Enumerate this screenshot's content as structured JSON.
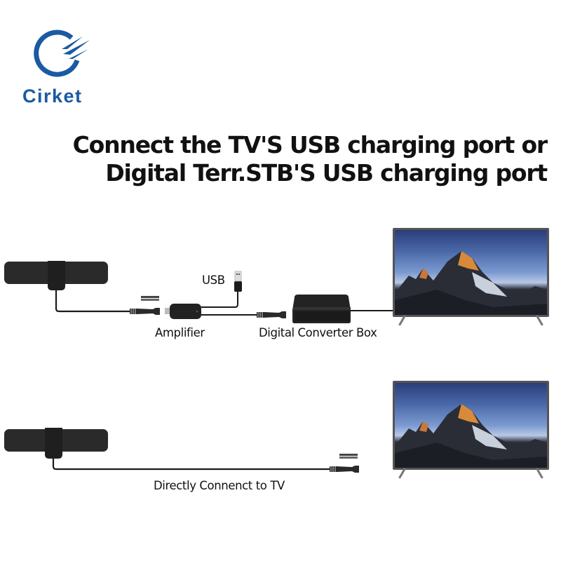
{
  "brand": {
    "name": "Cirket",
    "color": "#1b5aa3",
    "icon": "cirket-logo-icon"
  },
  "headline": {
    "line1": "Connect the TV'S USB charging port or",
    "line2": "Digital Terr.STB'S USB charging port"
  },
  "diagram_amplified": {
    "usb_label": "USB",
    "amplifier_label": "Amplifier",
    "converter_label": "Digital Converter Box",
    "components": [
      "antenna",
      "coax-connector",
      "amplifier",
      "usb-plug",
      "digital-converter-box",
      "tv"
    ]
  },
  "diagram_direct": {
    "label": "Directly Connenct to TV",
    "components": [
      "antenna",
      "coax-connector",
      "tv"
    ]
  },
  "colors": {
    "cable": "#1a1a1a",
    "device": "#2b2b2b",
    "tv_frame": "#555555"
  }
}
